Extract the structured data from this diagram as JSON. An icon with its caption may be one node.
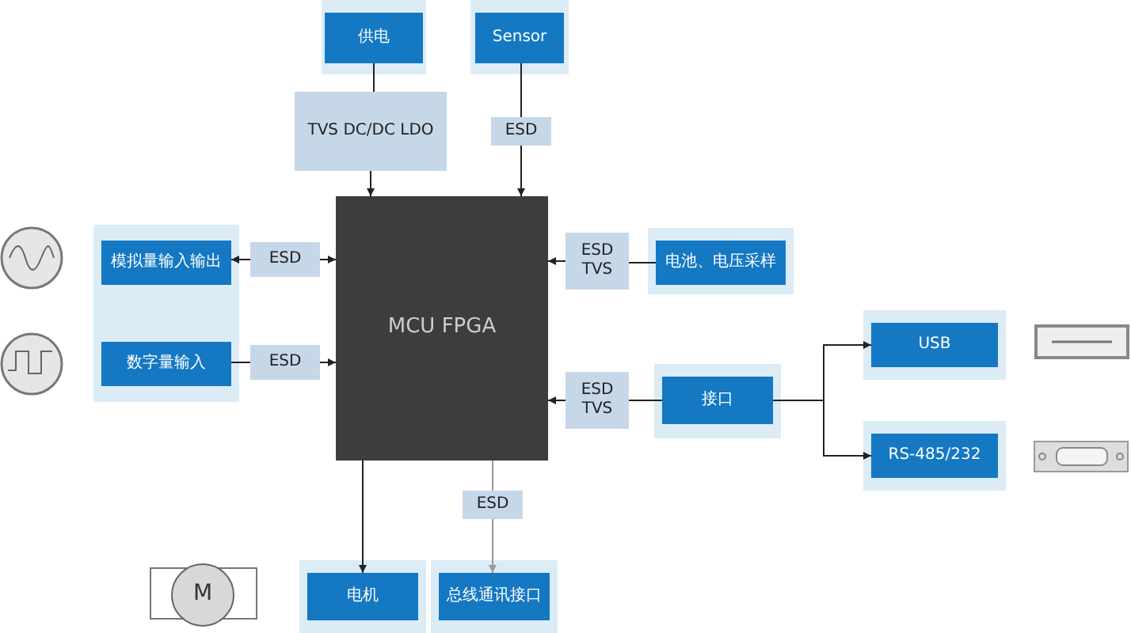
{
  "diagram": {
    "nodes": [
      {
        "text": [
          "供电"
        ]
      },
      {
        "text": [
          "Sensor"
        ]
      },
      {
        "text": [
          "TVS DC/DC LDO"
        ]
      },
      {
        "text": [
          "ESD"
        ]
      },
      {
        "text": [
          "MCU FPGA"
        ]
      },
      {
        "text": [
          "模拟量输入输出"
        ]
      },
      {
        "text": [
          "ESD"
        ]
      },
      {
        "text": [
          "数字量输入"
        ]
      },
      {
        "text": [
          "ESD"
        ]
      },
      {
        "text": [
          "ESD TVS"
        ]
      },
      {
        "text": [
          "电池、电压采样"
        ]
      },
      {
        "text": [
          "USB"
        ]
      },
      {
        "text": [
          "ESD TVS"
        ]
      },
      {
        "text": [
          "接口"
        ]
      },
      {
        "text": [
          "RS-485/232"
        ]
      },
      {
        "text": [
          "ESD"
        ]
      },
      {
        "text": [
          "电机"
        ]
      },
      {
        "text": [
          "总线通讯接口"
        ]
      },
      {
        "text": [
          "M"
        ]
      }
    ],
    "edges": [
      {
        "from": 0,
        "to": 2,
        "arrow": "none"
      },
      {
        "from": 2,
        "to": 4,
        "arrow": "to"
      },
      {
        "from": 1,
        "to": 3,
        "arrow": "none"
      },
      {
        "from": 3,
        "to": 4,
        "arrow": "to"
      },
      {
        "from": 6,
        "to": 5,
        "arrow": "to"
      },
      {
        "from": 6,
        "to": 4,
        "arrow": "to"
      },
      {
        "from": 7,
        "to": 8,
        "arrow": "none"
      },
      {
        "from": 8,
        "to": 4,
        "arrow": "to"
      },
      {
        "from": 10,
        "to": 9,
        "arrow": "none"
      },
      {
        "from": 9,
        "to": 4,
        "arrow": "to"
      },
      {
        "from": 13,
        "to": 12,
        "arrow": "none"
      },
      {
        "from": 12,
        "to": 4,
        "arrow": "to"
      },
      {
        "from": 13,
        "to": 11,
        "arrow": "to"
      },
      {
        "from": 13,
        "to": 14,
        "arrow": "to"
      },
      {
        "from": 4,
        "to": 16,
        "arrow": "to"
      },
      {
        "from": 4,
        "to": 15,
        "arrow": "none",
        "color": "#999999"
      },
      {
        "from": 15,
        "to": 17,
        "arrow": "to",
        "color": "#999999"
      }
    ]
  }
}
